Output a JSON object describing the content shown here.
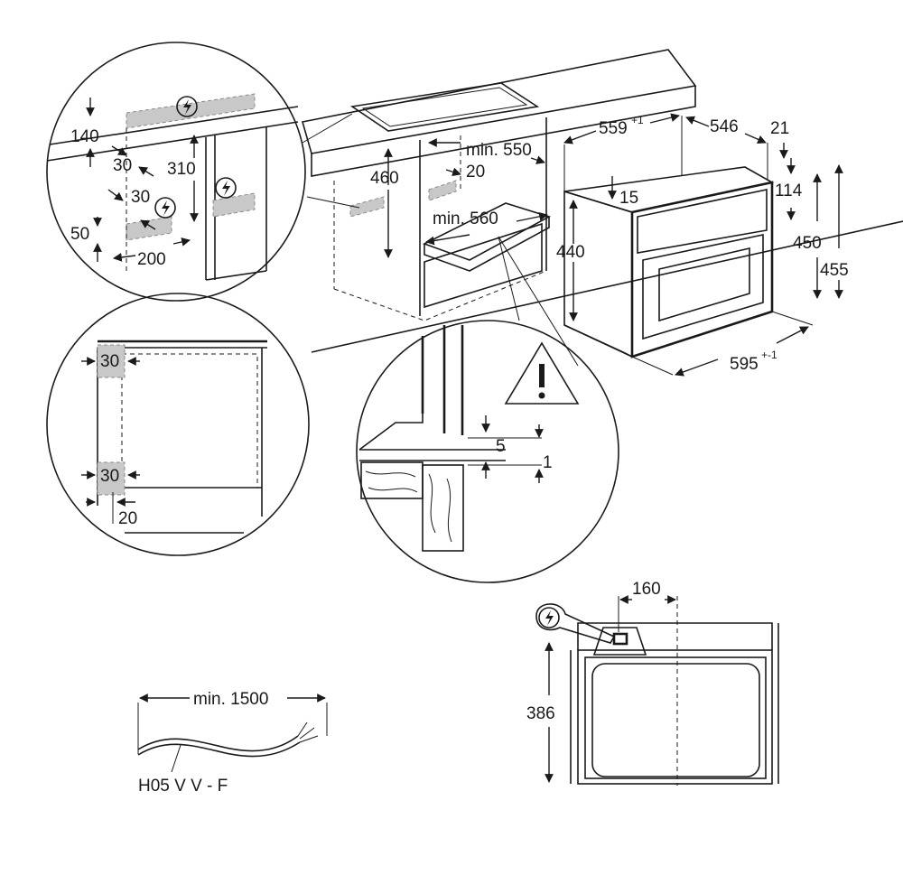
{
  "cabinet": {
    "d460": "460",
    "min550": "min. 550",
    "d20": "20",
    "min560": "min. 560"
  },
  "appliance": {
    "width_top": "559",
    "width_top_tol": "+1",
    "depth": "546",
    "front_thickness": "21",
    "top_gap": "15",
    "height_body": "440",
    "panel_height": "114",
    "height_mid": "450",
    "height_total": "455",
    "width_bottom": "595",
    "width_bottom_tol": "+-1"
  },
  "detail_top_left": {
    "d140": "140",
    "d30a": "30",
    "d310": "310",
    "d30b": "30",
    "d50": "50",
    "d200": "200"
  },
  "detail_mid_left": {
    "d30_top": "30",
    "d30_bottom": "30",
    "d20": "20"
  },
  "detail_right": {
    "d5": "5",
    "d1": "1"
  },
  "cable": {
    "length": "min. 1500",
    "type": "H05 V V - F"
  },
  "front_view": {
    "d160": "160",
    "d386": "386"
  },
  "icons": [
    "electric-connection-icon",
    "warning-icon"
  ]
}
